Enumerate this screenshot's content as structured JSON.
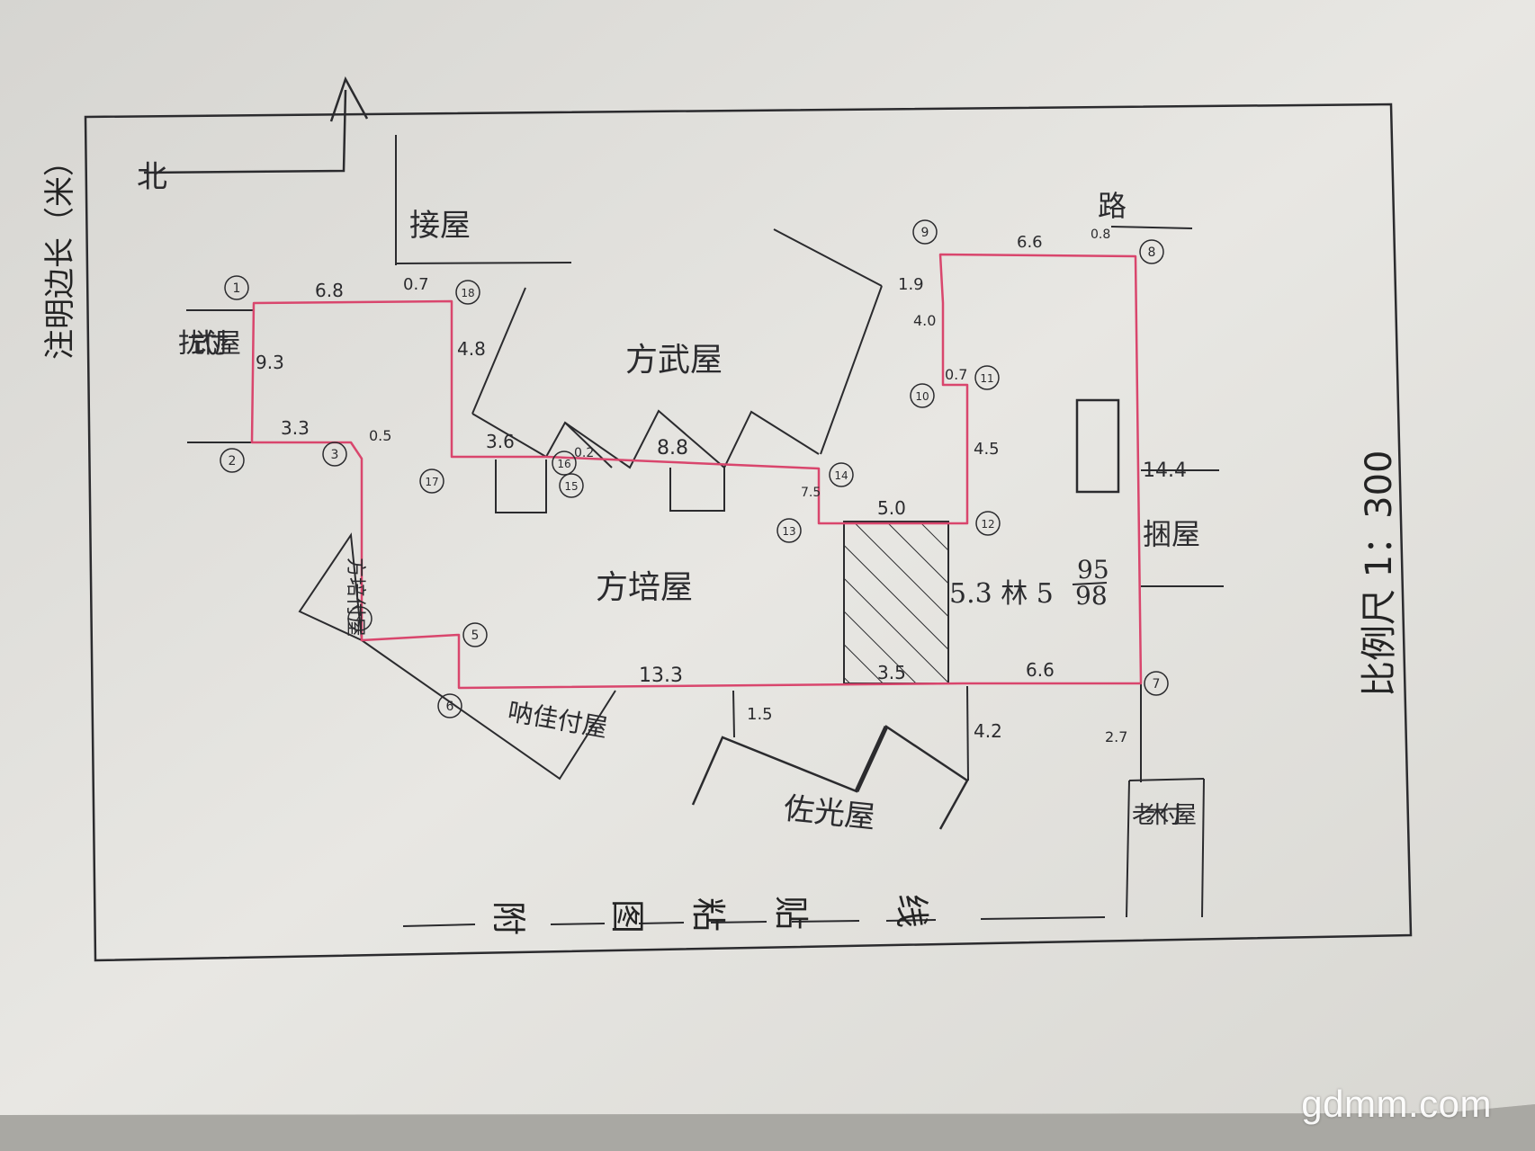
{
  "side_title": "注明边长（米）",
  "north_label": "北",
  "scale_label": "比例尺 1：300",
  "attach_line": {
    "chars": [
      "附",
      "图",
      "粘",
      "贴",
      "线"
    ]
  },
  "buildings": {
    "top_left_attached": "扰式付屋",
    "top_center": "接屋",
    "main_upper": "方武屋",
    "main_center": "方培屋",
    "left_attached": "方培付屋",
    "bottom_left_attached": "呐佳付屋",
    "bottom_center": "佐光屋",
    "right_side": "捆屋",
    "bottom_right_attached": "老木付屋",
    "road": "路"
  },
  "parcel_code": {
    "prefix": "5.3 林 5",
    "numerator": "95",
    "denominator": "98"
  },
  "points": [
    "1",
    "2",
    "3",
    "4",
    "5",
    "6",
    "7",
    "8",
    "9",
    "10",
    "11",
    "12",
    "13",
    "14",
    "15",
    "16",
    "17",
    "18"
  ],
  "dimensions": {
    "d_6_8": "6.8",
    "d_0_7_top": "0.7",
    "d_4_8": "4.8",
    "d_9_3": "9.3",
    "d_3_3": "3.3",
    "d_0_5": "0.5",
    "d_3_6": "3.6",
    "d_0_2": "0.2",
    "d_8_8": "8.8",
    "d_1_9": "1.9",
    "d_4_0": "4.0",
    "d_6_6_top": "6.6",
    "d_0_8": "0.8",
    "d_0_7_mid": "0.7",
    "d_4_5": "4.5",
    "d_7_5": "7.5",
    "d_5_0": "5.0",
    "d_14_4": "14.4",
    "d_13_3": "13.3",
    "d_3_5": "3.5",
    "d_6_6_bottom": "6.6",
    "d_1_5": "1.5",
    "d_4_2": "4.2",
    "d_2_7": "2.7"
  },
  "colors": {
    "paper": "#e7e6e2",
    "boundary": "#d9466d",
    "ink": "#2b2b2e"
  },
  "watermark": "gdmm.com"
}
